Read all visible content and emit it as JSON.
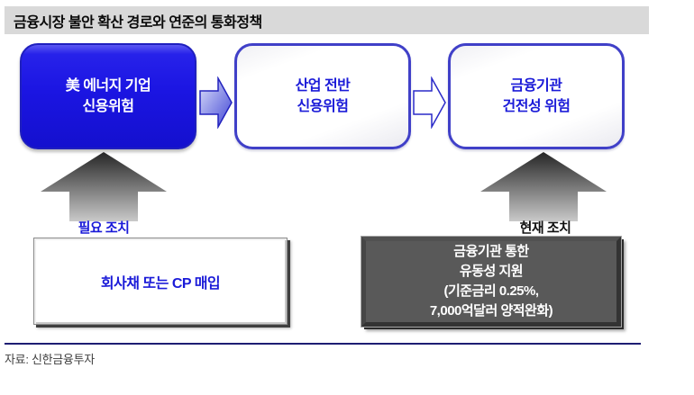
{
  "title": "금융시장 불안 확산 경로와 연준의 통화정책",
  "flow": {
    "boxes": [
      {
        "line1": "美 에너지 기업",
        "line2": "신용위험",
        "style": "filled-blue"
      },
      {
        "line1": "산업 전반",
        "line2": "신용위험",
        "style": "outline-blue"
      },
      {
        "line1": "금융기관",
        "line2": "건전성 위험",
        "style": "outline-blue"
      }
    ]
  },
  "measures": {
    "left_label": "필요 조치",
    "right_label": "현재 조치",
    "left_box_text": "회사채 또는 CP 매입",
    "right_box_lines": [
      "금융기관 통한",
      "유동성 지원",
      "(기준금리 0.25%,",
      "7,000억달러  양적완화)"
    ]
  },
  "source": "자료: 신한금융투자",
  "icons": [
    "right-arrow-icon",
    "right-arrow-outline-icon",
    "up-arrow-icon"
  ],
  "colors": {
    "primary_blue": "#1C15E0",
    "box_border_blue": "#4040C8",
    "text_blue": "#1A1AD8",
    "dark_box": "#595959",
    "title_bg": "#D9D9D9",
    "rule_navy": "#1D1D73"
  }
}
